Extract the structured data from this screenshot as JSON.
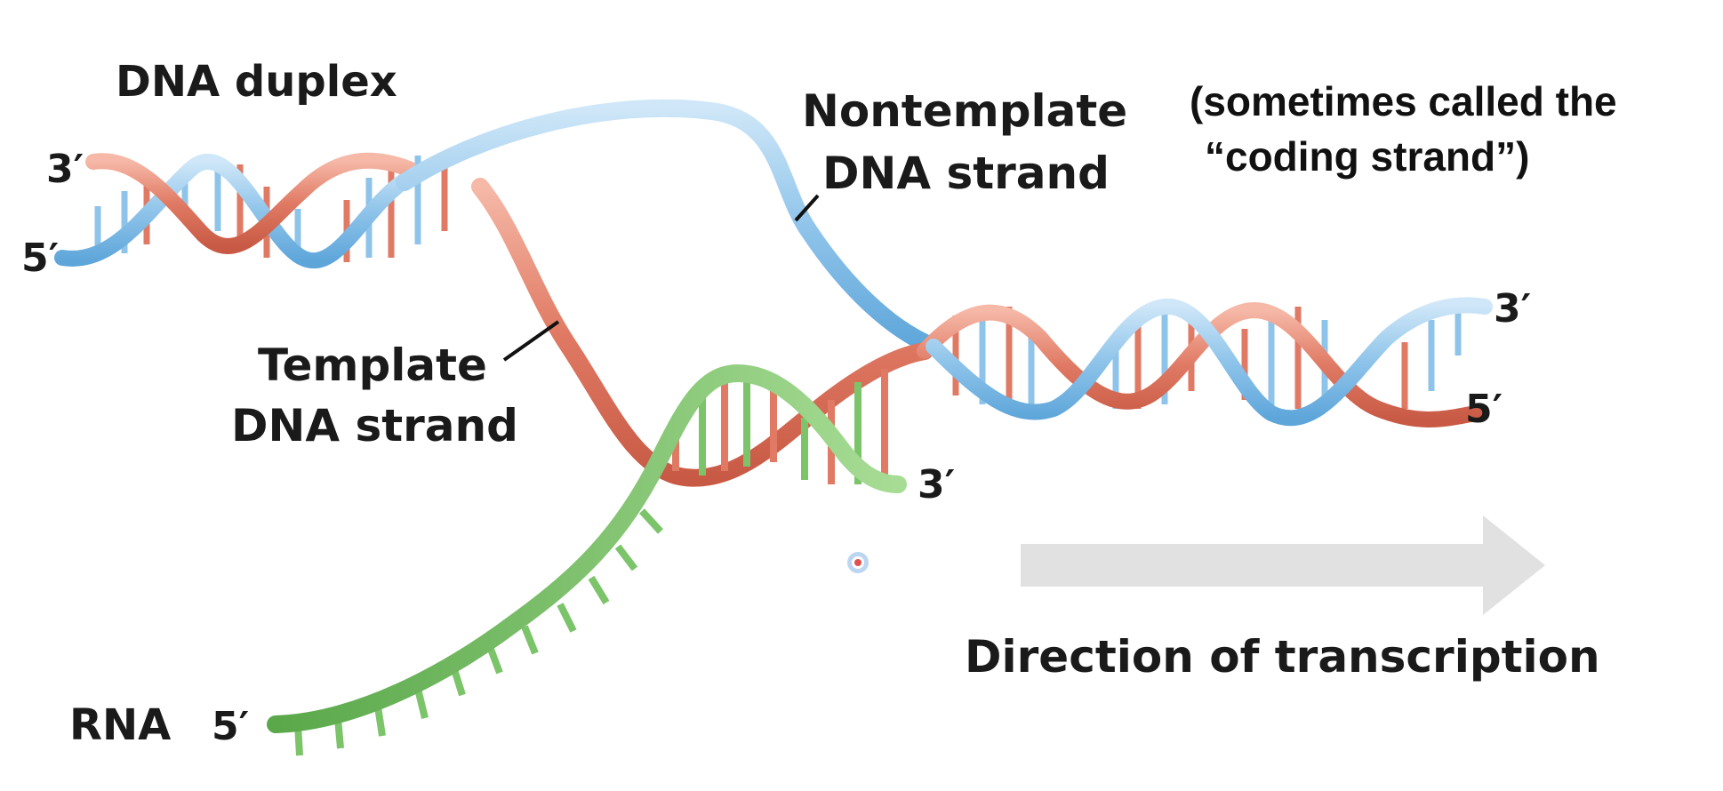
{
  "labels": {
    "dna_duplex": "DNA duplex",
    "nontemplate_line1": "Nontemplate",
    "nontemplate_line2": "DNA strand",
    "coding_note_line1": "(sometimes called the",
    "coding_note_line2": "“coding strand”)",
    "template_line1": "Template",
    "template_line2": "DNA strand",
    "rna": "RNA",
    "direction": "Direction of transcription"
  },
  "ends": {
    "left_top": "3′",
    "left_bottom": "5′",
    "right_top": "3′",
    "right_bottom": "5′",
    "rna_end": "3′",
    "rna_start": "5′"
  },
  "colors": {
    "template_strand": "#e07a64",
    "nontemplate_strand": "#8fc4ea",
    "rna_strand": "#7cc46a",
    "arrow": "#e1e1e1",
    "text": "#1a1a1a"
  }
}
